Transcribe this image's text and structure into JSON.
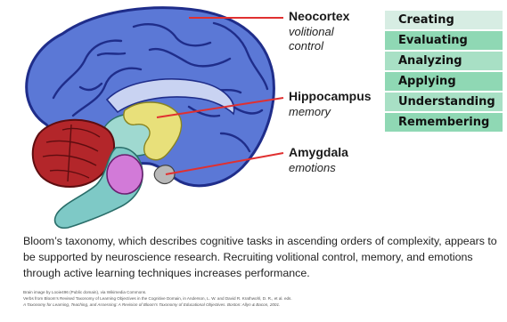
{
  "labels": {
    "neocortex": {
      "title": "Neocortex",
      "sub1": "volitional",
      "sub2": "control"
    },
    "hippocampus": {
      "title": "Hippocampus",
      "sub1": "memory"
    },
    "amygdala": {
      "title": "Amygdala",
      "sub1": "emotions"
    }
  },
  "bloom_levels": [
    {
      "label": "Creating",
      "color": "#d7ede3"
    },
    {
      "label": "Evaluating",
      "color": "#8fd8b4"
    },
    {
      "label": "Analyzing",
      "color": "#a8e0c5"
    },
    {
      "label": "Applying",
      "color": "#8fd8b4"
    },
    {
      "label": "Understanding",
      "color": "#a8e0c5"
    },
    {
      "label": "Remembering",
      "color": "#8fd8b4"
    }
  ],
  "caption": "Bloom’s taxonomy, which describes cognitive tasks in ascending orders of complexity, appears to be supported by neuroscience research. Recruiting volitional control, memory, and emotions through active learning techniques increases performance.",
  "credits": {
    "line1": "Brain image by Looie496 (Public domain), via Wikimedia Commons.",
    "line2": "Verbs from Bloom’s Revised Taxonomy of Learning Objectives in the Cognitive Domain, in Anderson, L. W. and David R. Krathwohl, D. R., et al. eds.",
    "line3": "A Taxonomy for Learning, Teaching, and Assessing: A Revision of Bloom's Taxonomy of Educational Objectives. Boston: Allyn & Bacon, 2001."
  },
  "colors": {
    "cortex": "#5b78d6",
    "cortex_dark": "#1f2d8a",
    "cerebellum": "#b3262a",
    "hippocampus": "#e8e07a",
    "thalamus": "#9fd9d0",
    "brainstem": "#7ec9c6",
    "pons": "#d27ad8",
    "pointer": "#e03030"
  }
}
